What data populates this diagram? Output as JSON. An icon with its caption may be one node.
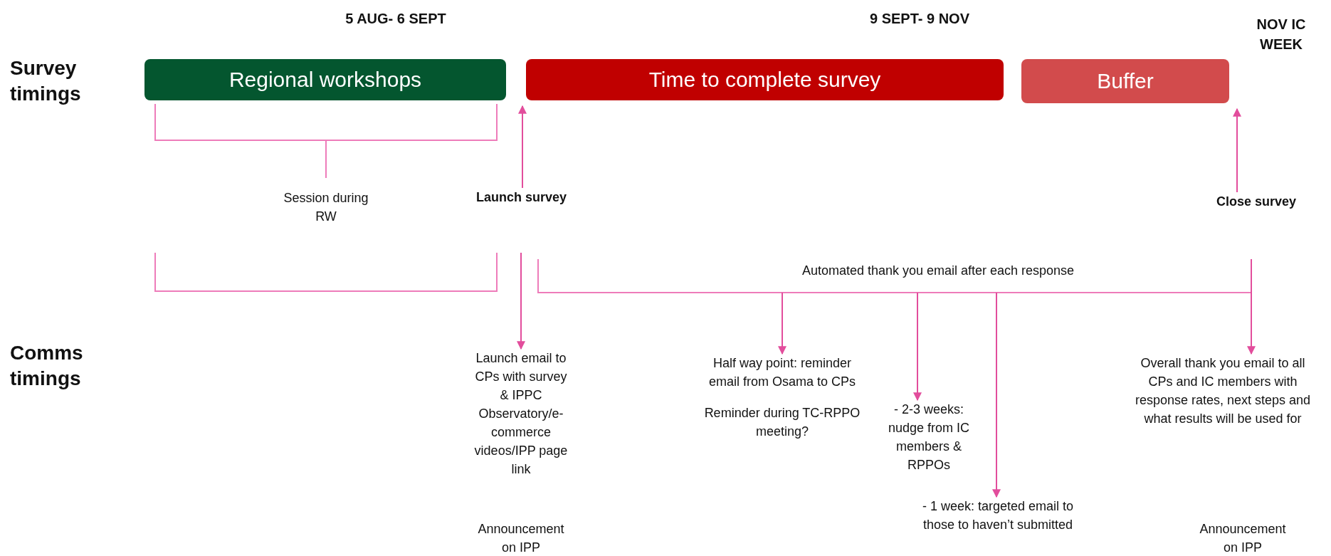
{
  "diagram": {
    "nodes": [
      {
        "text": [
          "Regional workshops"
        ]
      },
      {
        "text": [
          "Time to complete survey"
        ]
      },
      {
        "text": [
          "Buffer"
        ]
      },
      {
        "text": [
          "Launch survey"
        ]
      },
      {
        "text": [
          "Close survey"
        ]
      },
      {
        "text": [
          "Launch email to CPs with survey & IPPC Observatory/e-commerce videos/IPP page link"
        ]
      },
      {
        "text": [
          "Half way point: reminder email from Osama to CPs"
        ]
      },
      {
        "text": [
          "- 2-3 weeks: nudge from IC members & RPPOs"
        ]
      },
      {
        "text": [
          "- 1 week: targeted email to those to haven’t submitted"
        ]
      },
      {
        "text": [
          "Overall thank you email to all CPs and IC members with response rates, next steps and what results will be used for"
        ]
      }
    ],
    "edges": [
      {
        "from": 3,
        "to": 1,
        "arrow": "to"
      },
      {
        "from": 4,
        "to": 2,
        "arrow": "to"
      },
      {
        "from": null,
        "to": 5,
        "arrow": "to"
      },
      {
        "from": null,
        "to": 6,
        "arrow": "to"
      },
      {
        "from": null,
        "to": 7,
        "arrow": "to"
      },
      {
        "from": null,
        "to": 8,
        "arrow": "to"
      },
      {
        "from": null,
        "to": 9,
        "arrow": "to"
      }
    ],
    "labels": [
      "5 AUG- 6 SEPT",
      "9 SEPT- 9 NOV",
      "NOV IC WEEK",
      "Survey timings",
      "Session during RW",
      "Automated thank you email after each response",
      "Comms timings",
      "Reminder during TC-RPPO meeting?",
      "Announcement on IPP",
      "Announcement on IPP"
    ]
  }
}
